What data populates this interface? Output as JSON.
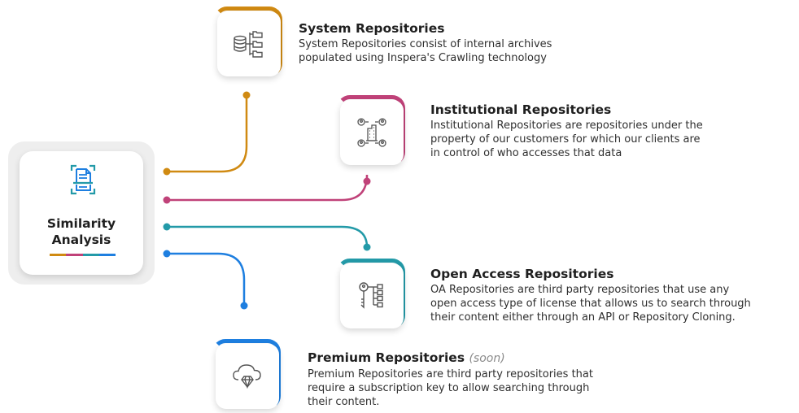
{
  "center": {
    "title_line1": "Similarity",
    "title_line2": "Analysis",
    "icon": "document-scan-icon",
    "underline_colors": [
      "#d08a12",
      "#c04279",
      "#239aa8",
      "#1e7fe0"
    ]
  },
  "repositories": [
    {
      "key": "system",
      "title": "System Repositories",
      "description": "System Repositories consist of internal archives\npopulated using Inspera's Crawling technology",
      "color": "#d08a12",
      "icon": "database-folders-icon"
    },
    {
      "key": "institutional",
      "title": "Institutional Repositories",
      "description": "Institutional Repositories are repositories under the\nproperty of our customers for which our clients are\nin control of who accesses that data",
      "color": "#c04279",
      "icon": "institution-network-icon"
    },
    {
      "key": "open_access",
      "title": "Open Access Repositories",
      "description": "OA Repositories are third party repositories that use any\nopen access type of license that allows us to search through\ntheir content either through an API or Repository Cloning.",
      "color": "#239aa8",
      "icon": "key-network-icon"
    },
    {
      "key": "premium",
      "title": "Premium Repositories",
      "title_suffix": "(soon)",
      "description": "Premium Repositories are third party repositories that\nrequire  a subscription key to allow searching through\ntheir content.",
      "color": "#1e7fe0",
      "icon": "cloud-diamond-icon"
    }
  ]
}
